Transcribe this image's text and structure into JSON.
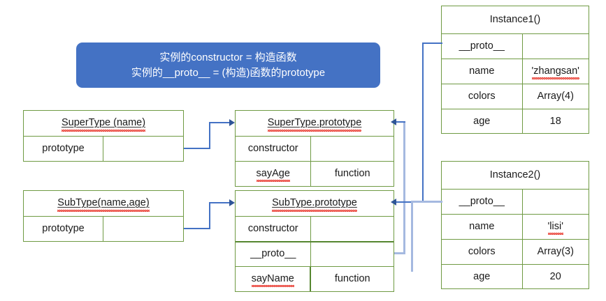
{
  "diagram": {
    "title": "JavaScript prototype chain diagram",
    "colors": {
      "banner_background": "#4472C4",
      "box_border": "#6F9A43",
      "connector": "#4472C4",
      "connector_light": "#A5B9E0",
      "arrow": "#2F5597",
      "spellcheck_underline": "#E8342A"
    }
  },
  "banner": {
    "line1": "实例的constructor = 构造函数",
    "line2": "实例的__proto__ = (构造)函数的prototype"
  },
  "supertype_constructor": {
    "header": "SuperType (name)",
    "rows": [
      {
        "key": "prototype",
        "value": ""
      }
    ]
  },
  "subtype_constructor": {
    "header": "SubType(name,age)",
    "rows": [
      {
        "key": "prototype",
        "value": ""
      }
    ]
  },
  "supertype_prototype": {
    "header": "SuperType.prototype",
    "rows": [
      {
        "key": "constructor",
        "value": ""
      },
      {
        "key": "sayAge",
        "value": "function"
      }
    ]
  },
  "subtype_prototype": {
    "header": "SubType.prototype",
    "rows": [
      {
        "key": "constructor",
        "value": ""
      },
      {
        "key": "__proto__",
        "value": ""
      },
      {
        "key": "sayName",
        "value": "function"
      }
    ]
  },
  "instance1": {
    "header": "Instance1()",
    "rows": [
      {
        "key": "__proto__",
        "value": ""
      },
      {
        "key": "name",
        "value": "'zhangsan'"
      },
      {
        "key": "colors",
        "value": "Array(4)"
      },
      {
        "key": "age",
        "value": "18"
      }
    ]
  },
  "instance2": {
    "header": "Instance2()",
    "rows": [
      {
        "key": "__proto__",
        "value": ""
      },
      {
        "key": "name",
        "value": "'lisi'"
      },
      {
        "key": "colors",
        "value": "Array(3)"
      },
      {
        "key": "age",
        "value": "20"
      }
    ]
  }
}
